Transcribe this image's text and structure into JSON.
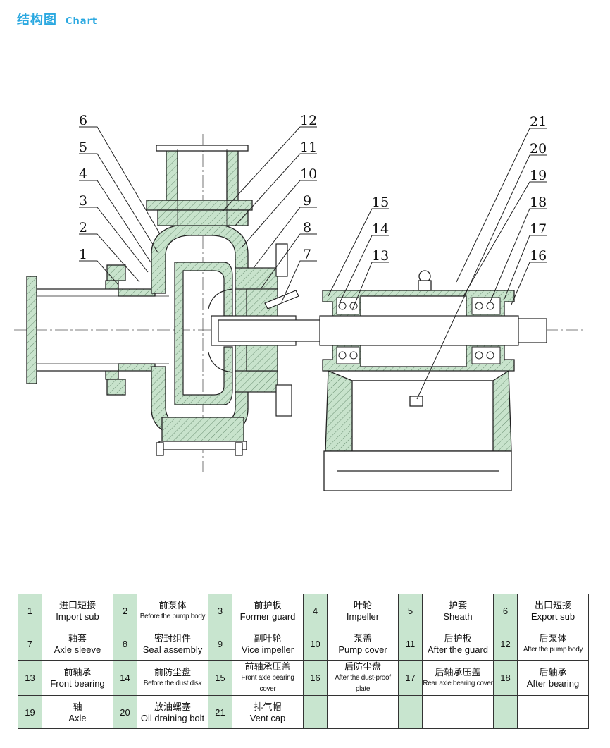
{
  "header": {
    "title_zh": "结构图",
    "title_en": "Chart"
  },
  "callouts": [
    "1",
    "2",
    "3",
    "4",
    "5",
    "6",
    "7",
    "8",
    "9",
    "10",
    "11",
    "12",
    "13",
    "14",
    "15",
    "16",
    "17",
    "18",
    "19",
    "20",
    "21"
  ],
  "parts": [
    {
      "no": "1",
      "zh": "进口短接",
      "en": "Import sub"
    },
    {
      "no": "2",
      "zh": "前泵体",
      "en": "Before the pump body"
    },
    {
      "no": "3",
      "zh": "前护板",
      "en": "Former guard"
    },
    {
      "no": "4",
      "zh": "叶轮",
      "en": "Impeller"
    },
    {
      "no": "5",
      "zh": "护套",
      "en": "Sheath"
    },
    {
      "no": "6",
      "zh": "出口短接",
      "en": "Export sub"
    },
    {
      "no": "7",
      "zh": "轴套",
      "en": "Axle sleeve"
    },
    {
      "no": "8",
      "zh": "密封组件",
      "en": "Seal assembly"
    },
    {
      "no": "9",
      "zh": "副叶轮",
      "en": "Vice impeller"
    },
    {
      "no": "10",
      "zh": "泵盖",
      "en": "Pump cover"
    },
    {
      "no": "11",
      "zh": "后护板",
      "en": "After the guard"
    },
    {
      "no": "12",
      "zh": "后泵体",
      "en": "After the pump body"
    },
    {
      "no": "13",
      "zh": "前轴承",
      "en": "Front bearing"
    },
    {
      "no": "14",
      "zh": "前防尘盘",
      "en": "Before the dust disk"
    },
    {
      "no": "15",
      "zh": "前轴承压盖",
      "en": "Front axle bearing cover"
    },
    {
      "no": "16",
      "zh": "后防尘盘",
      "en": "After the dust-proof plate"
    },
    {
      "no": "17",
      "zh": "后轴承压盖",
      "en": "Rear axle bearing cover"
    },
    {
      "no": "18",
      "zh": "后轴承",
      "en": "After bearing"
    },
    {
      "no": "19",
      "zh": "轴",
      "en": "Axle"
    },
    {
      "no": "20",
      "zh": "放油螺塞",
      "en": "Oil draining bolt"
    },
    {
      "no": "21",
      "zh": "排气帽",
      "en": "Vent cap"
    }
  ],
  "colors": {
    "title": "#2aa8e0",
    "casting": "#c8e3cc",
    "legend_number_bg": "#c8e5cf",
    "line": "#222222"
  }
}
